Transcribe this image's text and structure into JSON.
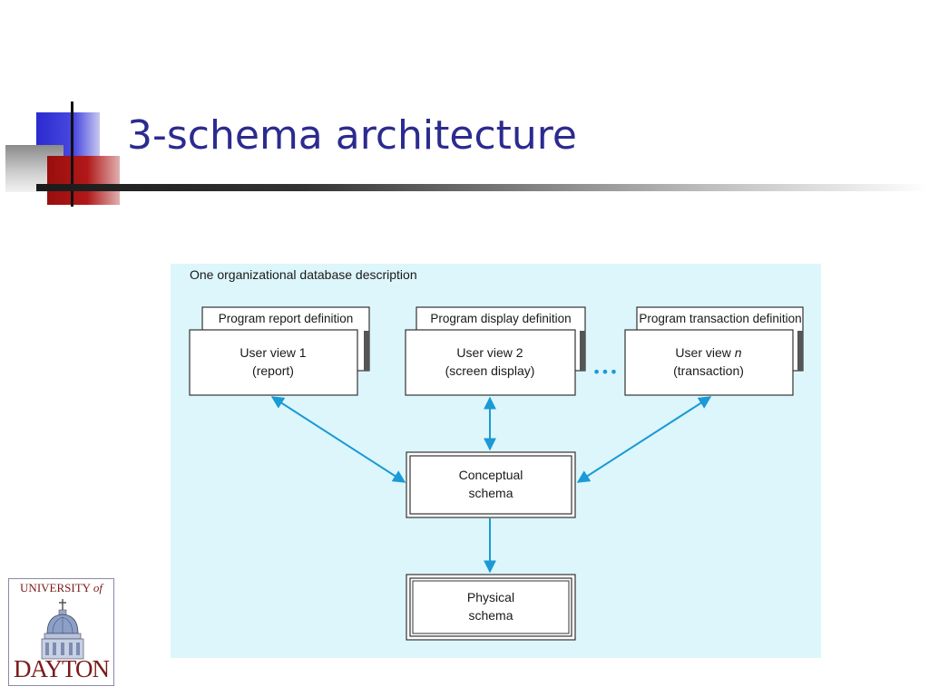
{
  "slide": {
    "title": "3-schema architecture"
  },
  "diagram": {
    "heading": "One organizational database description",
    "views": [
      {
        "tab": "Program report definition",
        "line1": "User view 1",
        "line2": "(report)"
      },
      {
        "tab": "Program display definition",
        "line1": "User view 2",
        "line2": "(screen display)"
      },
      {
        "tab": "Program transaction definition",
        "line1": "User view ",
        "line1_italic": "n",
        "line2": "(transaction)"
      }
    ],
    "ellipsis": "•••",
    "conceptual": {
      "line1": "Conceptual",
      "line2": "schema"
    },
    "physical": {
      "line1": "Physical",
      "line2": "schema"
    },
    "colors": {
      "background": "#ddf6fb",
      "arrow": "#1a9ad6",
      "box_border": "#333333"
    }
  },
  "logo": {
    "top_text": "UNIVERSITY",
    "top_of": "of",
    "bottom_text": "DAYTON"
  },
  "colors": {
    "title": "#2b2b8f",
    "accent_blue": "#3333cc",
    "accent_red": "#a01010"
  }
}
